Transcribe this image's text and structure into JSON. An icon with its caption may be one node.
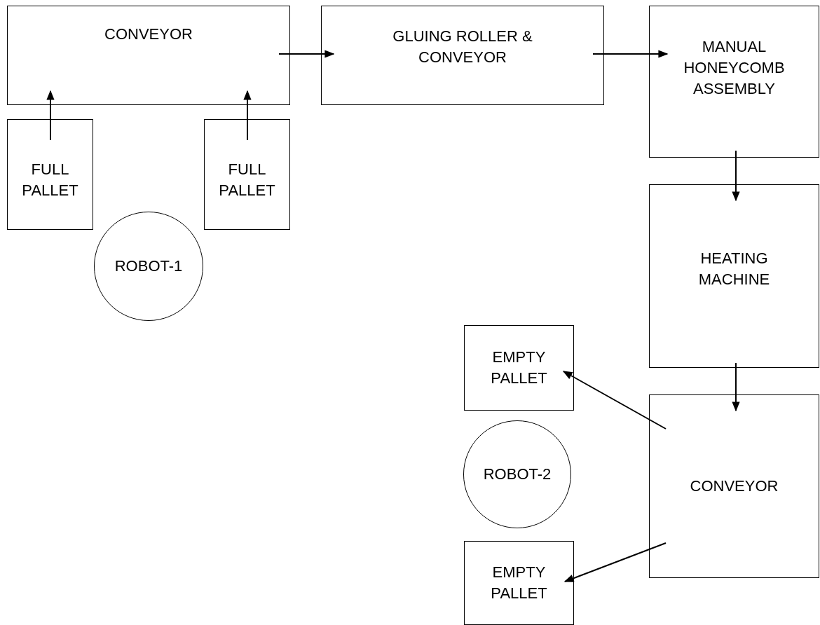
{
  "diagram": {
    "nodes": [
      {
        "text": [
          "CONVEYOR"
        ]
      },
      {
        "text": [
          "GLUING ROLLER & CONVEYOR"
        ]
      },
      {
        "text": [
          "MANUAL HONEYCOMB ASSEMBLY"
        ]
      },
      {
        "text": [
          "FULL PALLET"
        ]
      },
      {
        "text": [
          "FULL PALLET"
        ]
      },
      {
        "text": [
          "ROBOT-1"
        ]
      },
      {
        "text": [
          "HEATING MACHINE"
        ]
      },
      {
        "text": [
          "EMPTY PALLET"
        ]
      },
      {
        "text": [
          "CONVEYOR"
        ]
      },
      {
        "text": [
          "ROBOT-2"
        ]
      },
      {
        "text": [
          "EMPTY PALLET"
        ]
      }
    ],
    "edges": [
      {
        "from": 3,
        "to": 0,
        "arrow": "to"
      },
      {
        "from": 4,
        "to": 0,
        "arrow": "to"
      },
      {
        "from": 0,
        "to": 1,
        "arrow": "to"
      },
      {
        "from": 1,
        "to": 2,
        "arrow": "to"
      },
      {
        "from": 2,
        "to": 6,
        "arrow": "to"
      },
      {
        "from": 6,
        "to": 8,
        "arrow": "to"
      },
      {
        "from": 8,
        "to": 7,
        "arrow": "to"
      },
      {
        "from": 8,
        "to": 10,
        "arrow": "to"
      }
    ]
  }
}
